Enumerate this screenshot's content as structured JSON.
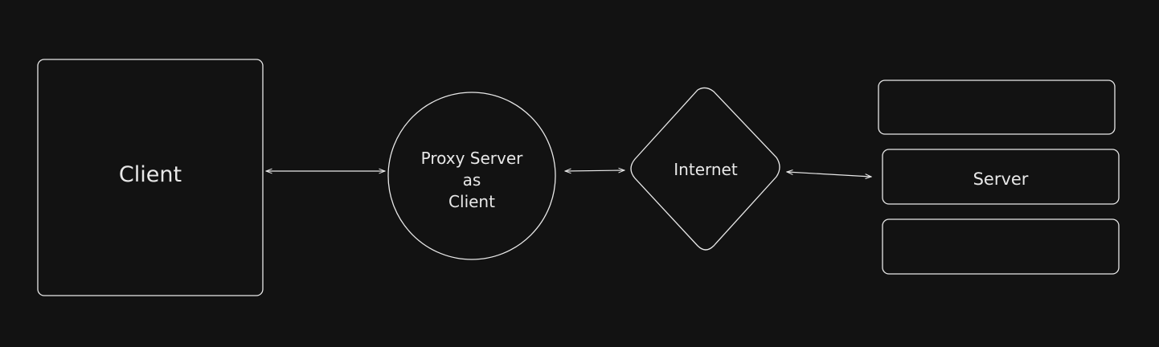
{
  "diagram": {
    "background": "#121212",
    "stroke_color": "#e8e8e8",
    "nodes": {
      "client": {
        "label": "Client",
        "shape": "rounded-rectangle"
      },
      "proxy": {
        "label": "Proxy Server\nas\nClient",
        "shape": "circle"
      },
      "internet": {
        "label": "Internet",
        "shape": "diamond"
      },
      "server": {
        "label": "Server",
        "shape": "stack-of-three-rounded-rectangles"
      }
    },
    "edges": [
      {
        "from": "client",
        "to": "proxy",
        "style": "double-arrow"
      },
      {
        "from": "proxy",
        "to": "internet",
        "style": "double-arrow"
      },
      {
        "from": "internet",
        "to": "server",
        "style": "double-arrow"
      }
    ]
  }
}
